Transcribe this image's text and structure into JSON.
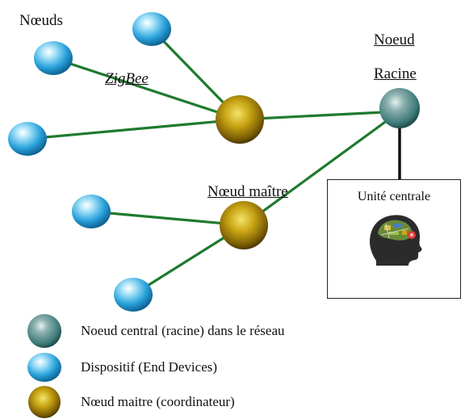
{
  "labels": {
    "noeuds": "Nœuds",
    "zigbee": "ZigBee",
    "noeud_racine_line1": "Noeud",
    "noeud_racine_line2": "Racine",
    "noeud_maitre": "Nœud maître",
    "unite_centrale": "Unité centrale"
  },
  "legend": {
    "root": "Noeud central (racine) dans le réseau",
    "device": "Dispositif (End Devices)",
    "master": "Nœud maitre (coordinateur)"
  },
  "colors": {
    "link_green": "#1f7a2e",
    "device_blue": "#2aa3dc",
    "master_gold": "#b8960f",
    "root_teal": "#3d7a78"
  }
}
